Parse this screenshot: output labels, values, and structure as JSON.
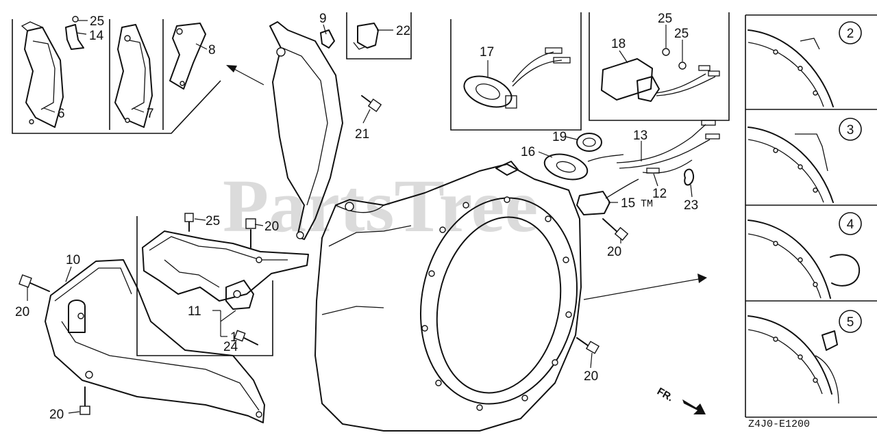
{
  "watermark": "PartsTree",
  "watermark_mark": "TM",
  "diagram_code": "Z4J0-E1200",
  "front_marker": "FR.",
  "callouts": [
    {
      "id": "c25a",
      "text": "25"
    },
    {
      "id": "c14",
      "text": "14"
    },
    {
      "id": "c6",
      "text": "6"
    },
    {
      "id": "c7",
      "text": "7"
    },
    {
      "id": "c8",
      "text": "8"
    },
    {
      "id": "c9",
      "text": "9"
    },
    {
      "id": "c22",
      "text": "22"
    },
    {
      "id": "c21",
      "text": "21"
    },
    {
      "id": "c17",
      "text": "17"
    },
    {
      "id": "c18",
      "text": "18"
    },
    {
      "id": "c25b",
      "text": "25"
    },
    {
      "id": "c25c",
      "text": "25"
    },
    {
      "id": "c19",
      "text": "19"
    },
    {
      "id": "c13",
      "text": "13"
    },
    {
      "id": "c16",
      "text": "16"
    },
    {
      "id": "c12",
      "text": "12"
    },
    {
      "id": "c15",
      "text": "15"
    },
    {
      "id": "c23",
      "text": "23"
    },
    {
      "id": "c20a",
      "text": "20"
    },
    {
      "id": "c25d",
      "text": "25"
    },
    {
      "id": "c20b",
      "text": "20"
    },
    {
      "id": "c10",
      "text": "10"
    },
    {
      "id": "c20c",
      "text": "20"
    },
    {
      "id": "c11",
      "text": "11"
    },
    {
      "id": "c1",
      "text": "1"
    },
    {
      "id": "c24",
      "text": "24"
    },
    {
      "id": "c20d",
      "text": "20"
    },
    {
      "id": "c20e",
      "text": "20"
    }
  ],
  "variants": [
    {
      "id": "v2",
      "text": "2"
    },
    {
      "id": "v3",
      "text": "3"
    },
    {
      "id": "v4",
      "text": "4"
    },
    {
      "id": "v5",
      "text": "5"
    }
  ]
}
